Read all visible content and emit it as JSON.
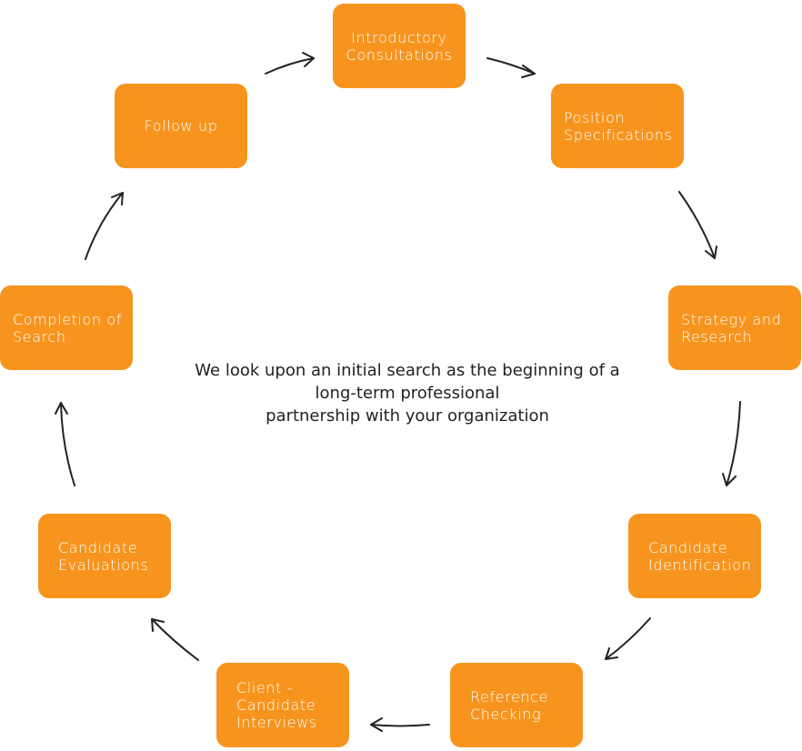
{
  "center_text": "We look upon an initial search as the beginning of a\nlong-term professional\npartnership with your organization",
  "colors": {
    "box_fill": "#f7941e",
    "box_text": "#ffffff",
    "center_text": "#222222",
    "arrow": "#222222"
  },
  "steps": [
    {
      "id": "introductory-consultations",
      "label": "Introductory\nConsultations"
    },
    {
      "id": "position-specifications",
      "label": "Position\nSpecifications"
    },
    {
      "id": "strategy-and-research",
      "label": "Strategy and\nResearch"
    },
    {
      "id": "candidate-identification",
      "label": "Candidate\nIdentification"
    },
    {
      "id": "reference-checking",
      "label": "Reference\nChecking"
    },
    {
      "id": "client-candidate-interviews",
      "label": "Client -\nCandidate\nInterviews"
    },
    {
      "id": "candidate-evaluations",
      "label": "Candidate\nEvaluations"
    },
    {
      "id": "completion-of-search",
      "label": "Completion of\nSearch"
    },
    {
      "id": "follow-up",
      "label": "Follow up"
    }
  ]
}
